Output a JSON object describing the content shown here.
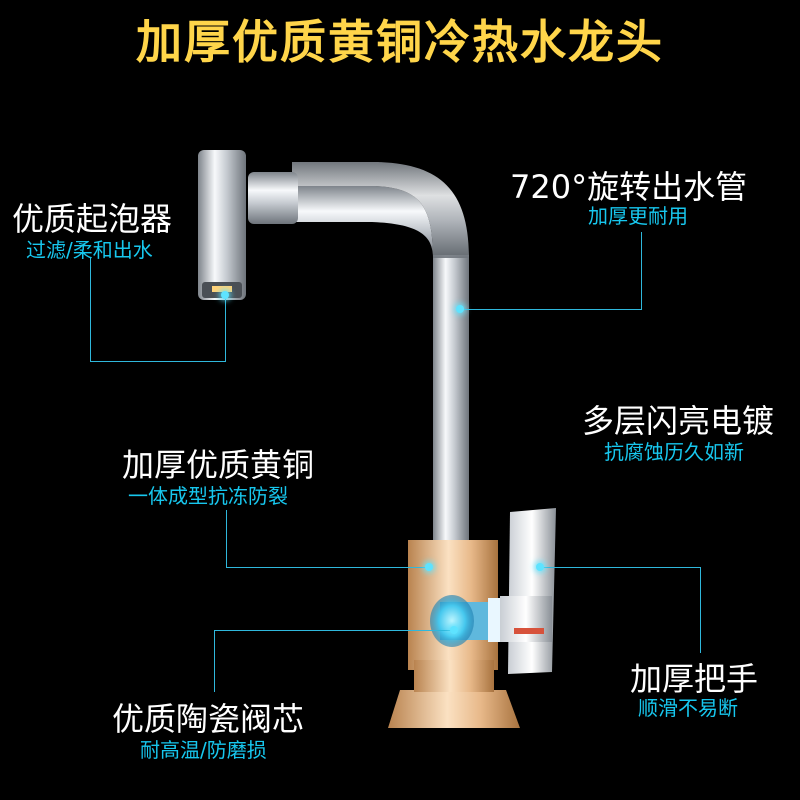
{
  "title": "加厚优质黄铜冷热水龙头",
  "callouts": {
    "aerator": {
      "label": "优质起泡器",
      "sub": "过滤/柔和出水"
    },
    "spout": {
      "label": "720°旋转出水管",
      "sub": "加厚更耐用"
    },
    "plating": {
      "label": "多层闪亮电镀",
      "sub": "抗腐蚀历久如新"
    },
    "brass": {
      "label": "加厚优质黄铜",
      "sub": "一体成型抗冻防裂"
    },
    "handle": {
      "label": "加厚把手",
      "sub": "顺滑不易断"
    },
    "valve": {
      "label": "优质陶瓷阀芯",
      "sub": "耐高温/防磨损"
    }
  },
  "colors": {
    "title": "#ffd54a",
    "sub": "#17c7ee",
    "line": "#2fb8dc",
    "gold": "#e6b887",
    "chrome": "#d9dde2"
  }
}
